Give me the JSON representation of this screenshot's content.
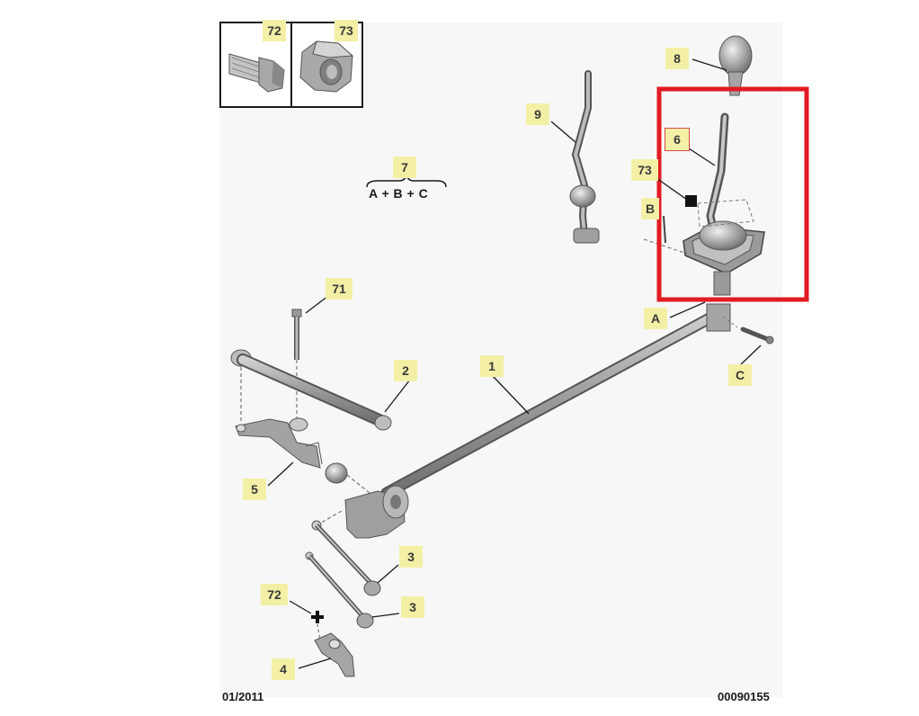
{
  "callouts": {
    "c72_top": "72",
    "c73_top": "73",
    "c8": "8",
    "c9": "9",
    "c6": "6",
    "c7": "7",
    "c73_mid": "73",
    "cB": "B",
    "c71": "71",
    "cA": "A",
    "c2": "2",
    "c1": "1",
    "cC": "C",
    "c5": "5",
    "c3a": "3",
    "c72_low": "72",
    "c3b": "3",
    "c4": "4"
  },
  "formula": "A + B + C",
  "footer": {
    "date": "01/2011",
    "ref": "00090155"
  },
  "colors": {
    "label_bg": "#f3f0a6",
    "highlight": "#e11b22",
    "part_fill": "#a8a8a8",
    "part_stroke": "#555555"
  },
  "icons": [
    "bolt-icon",
    "nut-icon",
    "cross-marker-icon",
    "square-marker-icon"
  ]
}
